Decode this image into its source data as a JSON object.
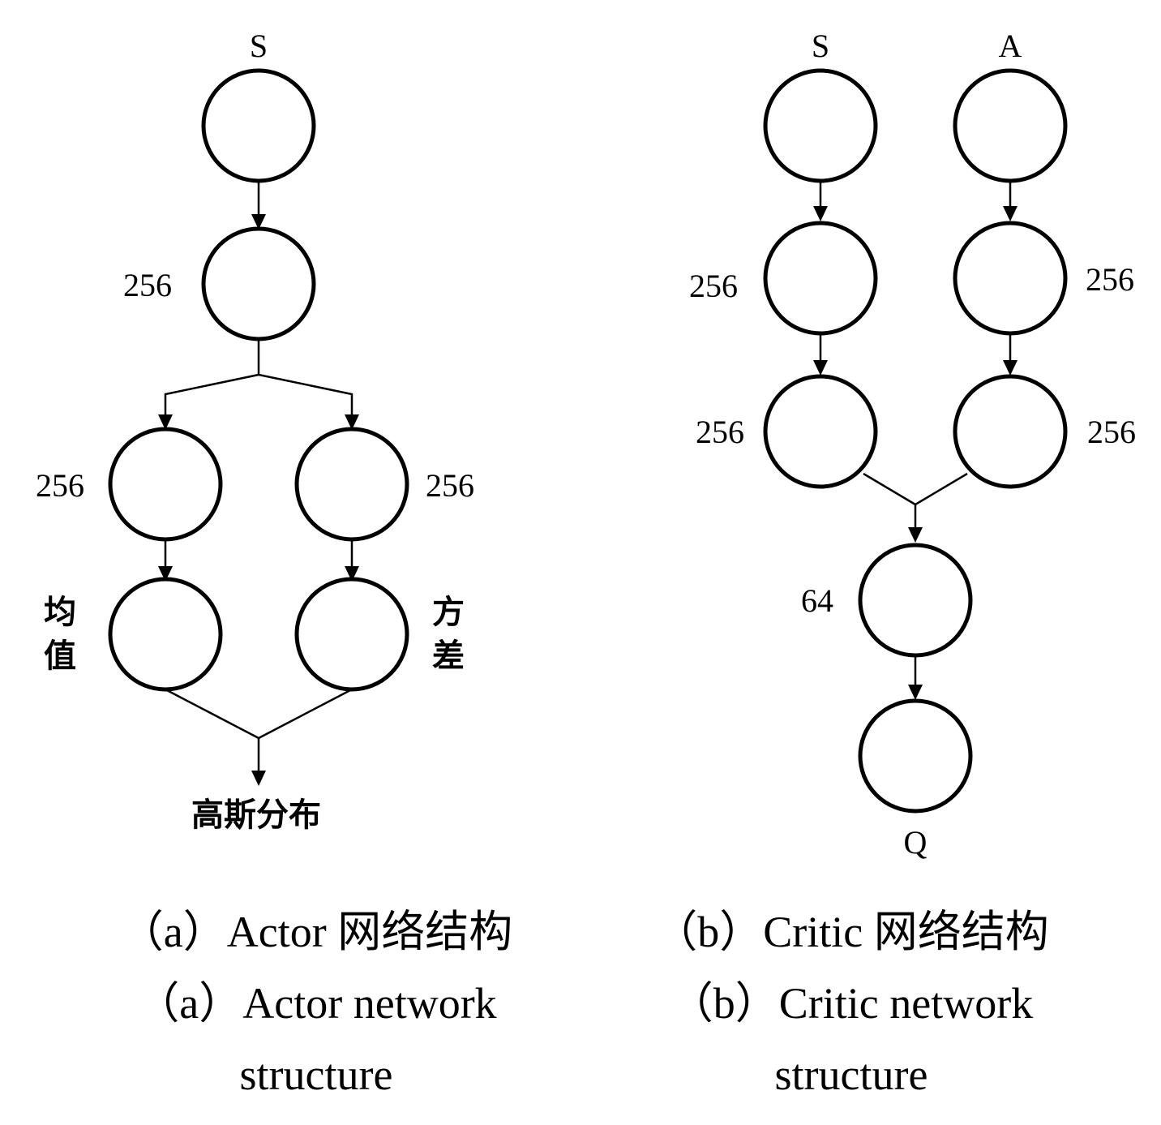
{
  "actor": {
    "input_label": "S",
    "hidden_label": "256",
    "branch_left_label": "256",
    "branch_right_label": "256",
    "mean_label": [
      "均",
      "值"
    ],
    "variance_label": [
      "方",
      "差"
    ],
    "output_label": "高斯分布",
    "caption_cn": "（a）Actor 网络结构",
    "caption_en_line1": "（a）Actor network",
    "caption_en_line2": "structure"
  },
  "critic": {
    "state_label": "S",
    "action_label": "A",
    "state_hidden1_label": "256",
    "action_hidden1_label": "256",
    "state_hidden2_label": "256",
    "action_hidden2_label": "256",
    "merge_label": "64",
    "output_label": "Q",
    "caption_cn": "（b）Critic 网络结构",
    "caption_en_line1": "（b）Critic network",
    "caption_en_line2": "structure"
  }
}
